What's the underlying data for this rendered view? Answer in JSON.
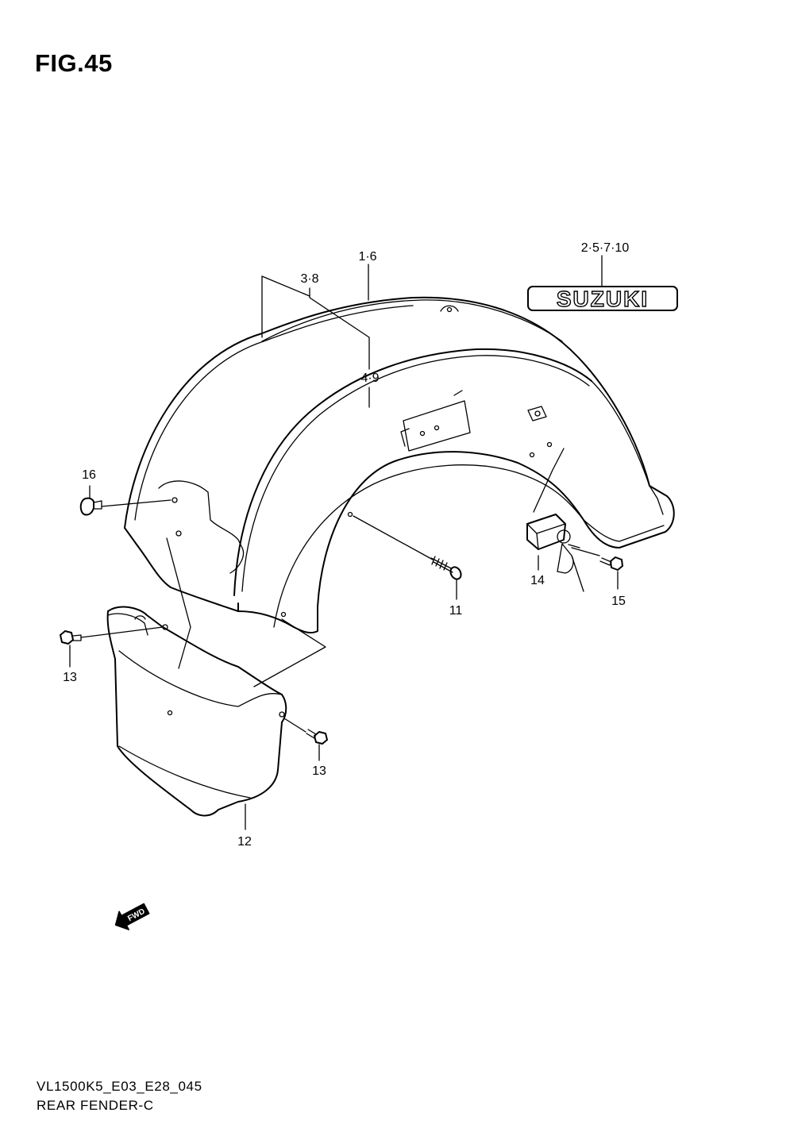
{
  "figure": {
    "title": "FIG.45",
    "model_code": "VL1500K5_E03_E28_045",
    "section_name": "REAR FENDER-C"
  },
  "callouts": [
    {
      "id": "c-1-6",
      "label": "1·6"
    },
    {
      "id": "c-3-8",
      "label": "3·8"
    },
    {
      "id": "c-4-9",
      "label": "4·9"
    },
    {
      "id": "c-2-5-7-10",
      "label": "2·5·7·10"
    },
    {
      "id": "c-16",
      "label": "16"
    },
    {
      "id": "c-11",
      "label": "11"
    },
    {
      "id": "c-14",
      "label": "14"
    },
    {
      "id": "c-15",
      "label": "15"
    },
    {
      "id": "c-13a",
      "label": "13"
    },
    {
      "id": "c-13b",
      "label": "13"
    },
    {
      "id": "c-12",
      "label": "12"
    }
  ],
  "emblem": {
    "text": "SUZUKI"
  },
  "direction_arrow": {
    "text": "FWD"
  }
}
